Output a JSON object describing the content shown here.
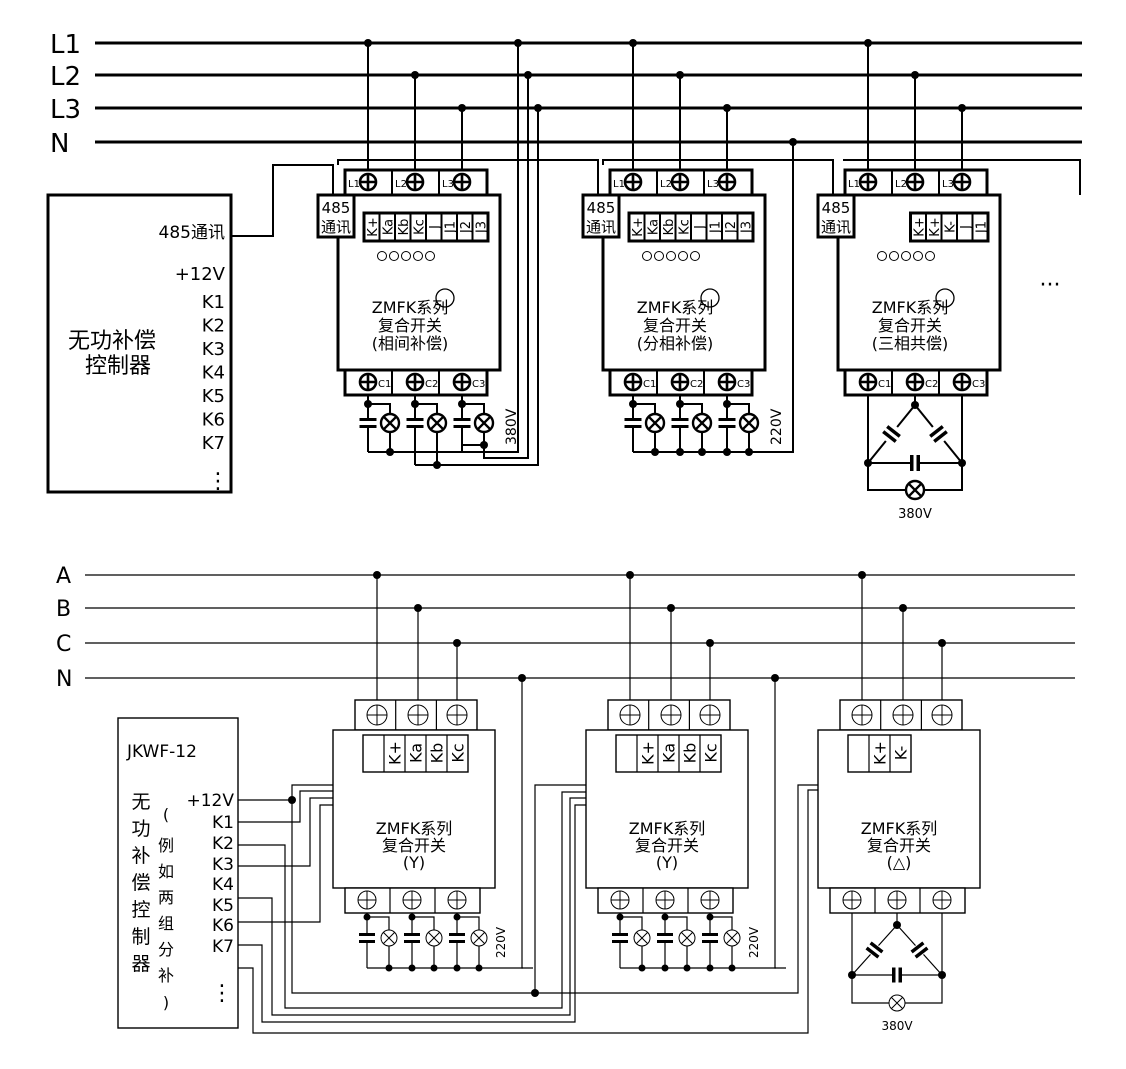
{
  "top": {
    "bus_labels": [
      "L1",
      "L2",
      "L3",
      "N"
    ],
    "controller": {
      "comm": "485通讯",
      "power": "+12V",
      "outputs": [
        "K1",
        "K2",
        "K3",
        "K4",
        "K5",
        "K6",
        "K7"
      ],
      "more": "⋮",
      "title_lines": [
        "无功补偿",
        "控制器"
      ]
    },
    "modules": [
      {
        "comm": [
          "485",
          "通讯"
        ],
        "terminals_in": [
          "L1",
          "L2",
          "L3"
        ],
        "terminals_out": [
          "C1",
          "C2",
          "C3"
        ],
        "ctrl_pins": [
          "K+",
          "Ka",
          "Kb",
          "Kc",
          "J",
          "J1",
          "J2",
          "J3"
        ],
        "title": [
          "ZMFK系列",
          "复合开关",
          "(相间补偿)"
        ],
        "load_voltage": "380V",
        "load": "phase-to-phase"
      },
      {
        "comm": [
          "485",
          "通讯"
        ],
        "terminals_in": [
          "L1",
          "L2",
          "L3"
        ],
        "terminals_out": [
          "C1",
          "C2",
          "C3"
        ],
        "ctrl_pins": [
          "K+",
          "Ka",
          "Kb",
          "Kc",
          "J",
          "J1",
          "J2",
          "J3"
        ],
        "title": [
          "ZMFK系列",
          "复合开关",
          "(分相补偿)"
        ],
        "load_voltage": "220V",
        "load": "star"
      },
      {
        "comm": [
          "485",
          "通讯"
        ],
        "terminals_in": [
          "L1",
          "L2",
          "L3"
        ],
        "terminals_out": [
          "C1",
          "C2",
          "C3"
        ],
        "ctrl_pins": [
          "K+",
          "K+",
          "K-",
          "J",
          "J1"
        ],
        "title": [
          "ZMFK系列",
          "复合开关",
          "(三相共偿)"
        ],
        "load_voltage": "380V",
        "load": "delta"
      }
    ],
    "ellipsis": "···"
  },
  "bottom": {
    "bus_labels": [
      "A",
      "B",
      "C",
      "N"
    ],
    "controller": {
      "model": "JKWF-12",
      "power": "+12V",
      "outputs": [
        "K1",
        "K2",
        "K3",
        "K4",
        "K5",
        "K6",
        "K7"
      ],
      "more": "⋮",
      "title_chars": [
        "无",
        "功",
        "补",
        "偿",
        "控",
        "制",
        "器"
      ],
      "note_chars": [
        "(",
        "例",
        "如",
        "两",
        "组",
        "分",
        "补",
        ")"
      ]
    },
    "modules": [
      {
        "ctrl_pins": [
          "",
          "K+",
          "Ka",
          "Kb",
          "Kc"
        ],
        "title": [
          "ZMFK系列",
          "复合开关",
          "(Y)"
        ],
        "load_voltage": "220V",
        "load": "star"
      },
      {
        "ctrl_pins": [
          "",
          "K+",
          "Ka",
          "Kb",
          "Kc"
        ],
        "title": [
          "ZMFK系列",
          "复合开关",
          "(Y)"
        ],
        "load_voltage": "220V",
        "load": "star"
      },
      {
        "ctrl_pins": [
          "",
          "K+",
          "K-"
        ],
        "title": [
          "ZMFK系列",
          "复合开关",
          "(△)"
        ],
        "load_voltage": "380V",
        "load": "delta"
      }
    ]
  }
}
